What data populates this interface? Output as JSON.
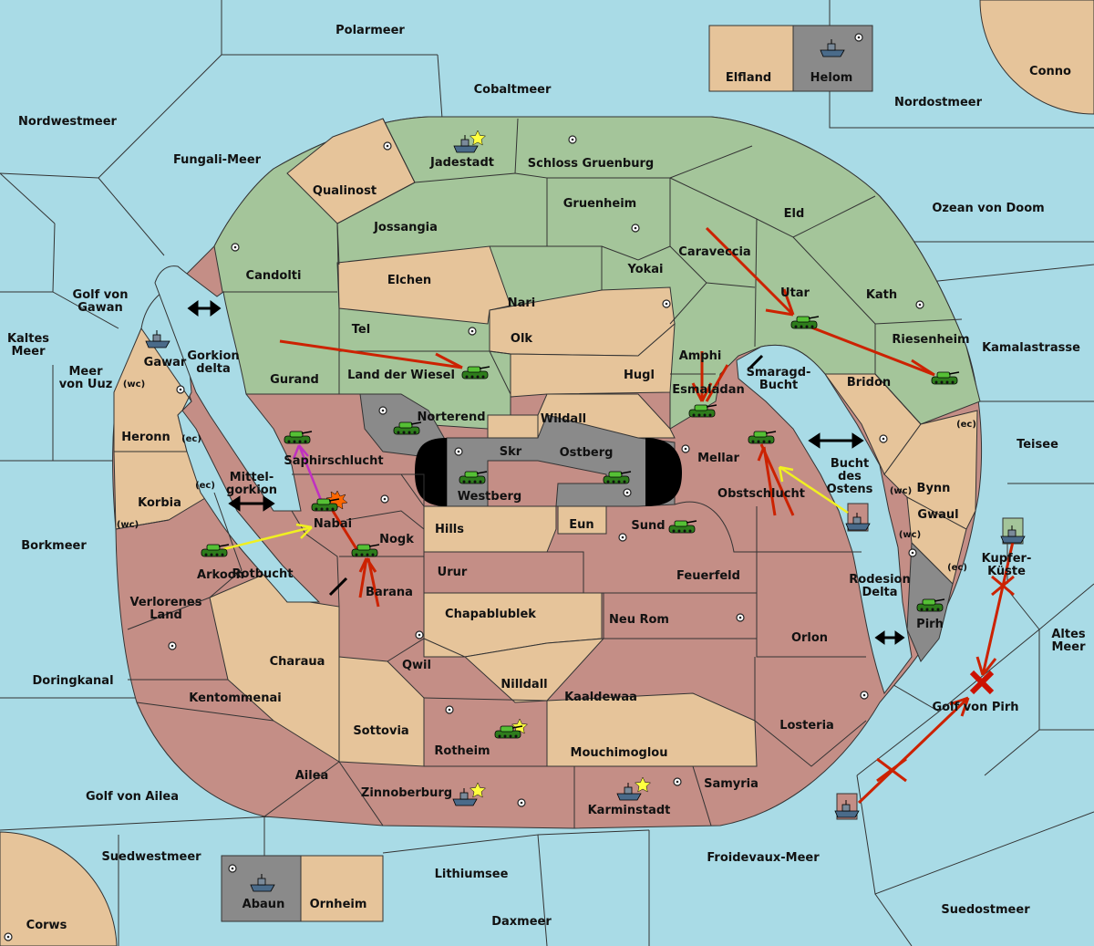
{
  "map": {
    "labels": {
      "polarmeer": "Polarmeer",
      "cobaltmeer": "Cobaltmeer",
      "nordwestmeer": "Nordwestmeer",
      "fungali": "Fungali-Meer",
      "nordostmeer": "Nordostmeer",
      "ozean_doom": "Ozean von Doom",
      "kamalastrasse": "Kamalastrasse",
      "teisee": "Teisee",
      "altes_meer": "Altes Meer",
      "golf_pirh": "Golf von Pirh",
      "suedostmeer": "Suedostmeer",
      "froidevaux": "Froidevaux-Meer",
      "daxmeer": "Daxmeer",
      "lithiumsee": "Lithiumsee",
      "suedwestmeer": "Suedwestmeer",
      "corws": "Corws",
      "golf_ailea": "Golf von Ailea",
      "doringkanal": "Doringkanal",
      "borkmeer": "Borkmeer",
      "kaltes_meer": "Kaltes Meer",
      "meer_uuz": "Meer von Uuz",
      "golf_gawan": "Golf von Gawan",
      "gorkion_delta": "Gorkion delta",
      "mittelgorkion": "Mittel- gorkion",
      "rotbucht": "Rotbucht",
      "smaragd": "Smaragd- Bucht",
      "bucht_ostens": "Bucht des Ostens",
      "rodesion": "Rodesion Delta",
      "conno": "Conno",
      "elfland": "Elfland",
      "helom": "Helom",
      "jadestadt": "Jadestadt",
      "schloss": "Schloss Gruenburg",
      "qualinost": "Qualinost",
      "jossangia": "Jossangia",
      "gruenheim": "Gruenheim",
      "eld": "Eld",
      "candolti": "Candolti",
      "elchen": "Elchen",
      "caraveccia": "Caraveccia",
      "yokai": "Yokai",
      "nari": "Nari",
      "utar": "Utar",
      "kath": "Kath",
      "tel": "Tel",
      "olk": "Olk",
      "riesenheim": "Riesenheim",
      "gawar": "Gawar",
      "amphi": "Amphi",
      "gurand": "Gurand",
      "land_wiesel": "Land der Wiesel",
      "hugl": "Hugl",
      "bridon": "Bridon",
      "esmaladan": "Esmaladan",
      "heronn": "Heronn",
      "norterend": "Norterend",
      "wildall": "Wildall",
      "skr": "Skr",
      "ostberg": "Ostberg",
      "mellar": "Mellar",
      "saphir": "Saphirschlucht",
      "westberg": "Westberg",
      "obstschlucht": "Obstschlucht",
      "bynn": "Bynn",
      "korbia": "Korbia",
      "nabai": "Nabai",
      "eun": "Eun",
      "sund": "Sund",
      "gwaul": "Gwaul",
      "hills": "Hills",
      "nogk": "Nogk",
      "arkoon": "Arkoon",
      "urur": "Urur",
      "feuerfeld": "Feuerfeld",
      "kupfer": "Kupfer- Küste",
      "barana": "Barana",
      "verlorenes": "Verlorenes Land",
      "chapa": "Chapablublek",
      "neurom": "Neu Rom",
      "orlon": "Orlon",
      "pirh": "Pirh",
      "charaua": "Charaua",
      "qwil": "Qwil",
      "nilldall": "Nilldall",
      "kentommenai": "Kentommenai",
      "kaaldewaa": "Kaaldewaa",
      "losteria": "Losteria",
      "sottovia": "Sottovia",
      "rotheim": "Rotheim",
      "mouchi": "Mouchimoglou",
      "ailea": "Ailea",
      "samyria": "Samyria",
      "zinnoberburg": "Zinnoberburg",
      "karminstadt": "Karminstadt",
      "abaun": "Abaun",
      "ornheim": "Ornheim"
    },
    "coast_tags": {
      "wc": "(wc)",
      "ec": "(ec)"
    },
    "colors": {
      "sea": "#a9dbe6",
      "green_power": "#a4c59a",
      "neutral": "#e6c49a",
      "red_power": "#c48e86",
      "impassable": "#8a8a8a",
      "move_arrow": "#cc2200",
      "support_arrow": "#f0f020",
      "convoy_arrow": "#c030c0"
    },
    "units": [
      {
        "type": "fleet",
        "province": "Helom",
        "power": "grey"
      },
      {
        "type": "fleet",
        "province": "Jadestadt",
        "power": "green"
      },
      {
        "type": "fleet",
        "province": "Gawar",
        "power": "green"
      },
      {
        "type": "army",
        "province": "Utar",
        "power": "green"
      },
      {
        "type": "army",
        "province": "Land der Wiesel",
        "power": "green"
      },
      {
        "type": "army",
        "province": "Riesenheim",
        "power": "green"
      },
      {
        "type": "army",
        "province": "Esmaladan",
        "power": "green"
      },
      {
        "type": "army",
        "province": "Norterend",
        "power": "green"
      },
      {
        "type": "army",
        "province": "Saphirschlucht",
        "power": "green"
      },
      {
        "type": "army",
        "province": "Westberg",
        "power": "green"
      },
      {
        "type": "army",
        "province": "Ostberg",
        "power": "green"
      },
      {
        "type": "army",
        "province": "Mellar",
        "power": "green"
      },
      {
        "type": "army",
        "province": "Nabai",
        "power": "green"
      },
      {
        "type": "army",
        "province": "Arkoon",
        "power": "green"
      },
      {
        "type": "army",
        "province": "Nogk",
        "power": "green"
      },
      {
        "type": "army",
        "province": "Sund",
        "power": "green"
      },
      {
        "type": "army",
        "province": "Pirh",
        "power": "green"
      },
      {
        "type": "army",
        "province": "Rotheim",
        "power": "green"
      },
      {
        "type": "fleet",
        "province": "Zinnoberburg",
        "power": "red"
      },
      {
        "type": "fleet",
        "province": "Karminstadt",
        "power": "red"
      },
      {
        "type": "fleet",
        "province": "Bucht des Ostens",
        "power": "red"
      },
      {
        "type": "fleet",
        "province": "Kupfer-Küste",
        "power": "green"
      },
      {
        "type": "fleet",
        "province": "Froidevaux-Meer",
        "power": "red"
      },
      {
        "type": "fleet",
        "province": "Abaun",
        "power": "grey"
      }
    ]
  }
}
